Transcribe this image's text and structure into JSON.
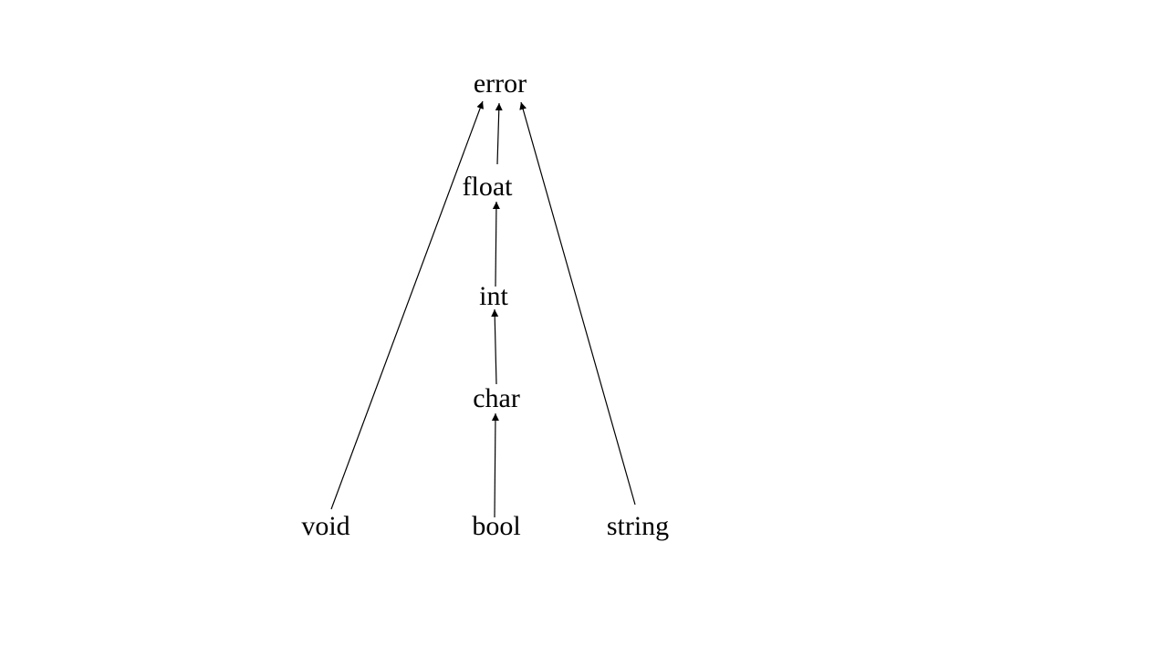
{
  "diagram": {
    "nodes": [
      {
        "id": "error",
        "label": "error"
      },
      {
        "id": "float",
        "label": "float"
      },
      {
        "id": "int",
        "label": "int"
      },
      {
        "id": "char",
        "label": "char"
      },
      {
        "id": "void",
        "label": "void"
      },
      {
        "id": "bool",
        "label": "bool"
      },
      {
        "id": "string",
        "label": "string"
      }
    ],
    "edges": [
      {
        "from": "void",
        "to": "error"
      },
      {
        "from": "float",
        "to": "error"
      },
      {
        "from": "string",
        "to": "error"
      },
      {
        "from": "int",
        "to": "float"
      },
      {
        "from": "char",
        "to": "int"
      },
      {
        "from": "bool",
        "to": "char"
      }
    ],
    "colors": {
      "line": "#000000",
      "text": "#000000",
      "background": "#ffffff"
    }
  }
}
